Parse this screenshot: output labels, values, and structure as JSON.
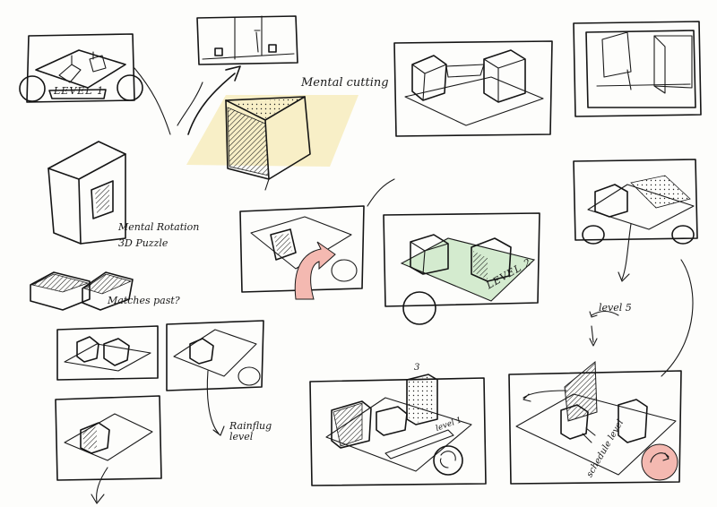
{
  "notes": {
    "mental_cutting": "Mental cutting",
    "mental_rotation": "Mental Rotation",
    "puzzle_3d": "3D Puzzle",
    "matches_past": "Matches past?",
    "rainflug_level": "Rainflug level",
    "level_5": "level 5",
    "level_1": "level 1",
    "level_2": "LEVEL 2",
    "schedule_level": "schedule level",
    "level_3": "3",
    "sketch_label_topleft": "LEVEL 1"
  },
  "colors": {
    "ink": "#151515",
    "highlight_yellow": "#f8efc7",
    "highlight_green": "#d4ebcf",
    "highlight_pink": "#f4b9b1"
  }
}
